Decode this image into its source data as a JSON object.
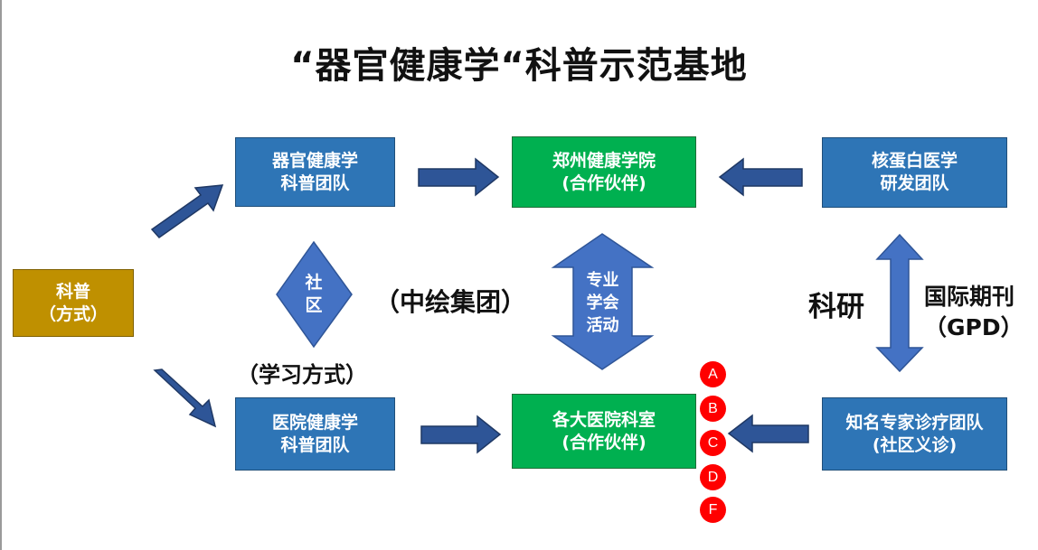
{
  "title": "“器官健康学“科普示范基地",
  "left_box": {
    "line1": "科普",
    "line2": "（方式）"
  },
  "boxes": {
    "organ_team": {
      "line1": "器官健康学",
      "line2": "科普团队"
    },
    "zhengzhou": {
      "line1": "郑州健康学院",
      "line2": "(合作伙伴)"
    },
    "nucleoprotein": {
      "line1": "核蛋白医学",
      "line2": "研发团队"
    },
    "hospital_team": {
      "line1": "医院健康学",
      "line2": "科普团队"
    },
    "hospitals": {
      "line1": "各大医院科室",
      "line2": "(合作伙伴)"
    },
    "experts": {
      "line1": "知名专家诊疗团队",
      "line2": "(社区义诊)"
    }
  },
  "diamond": {
    "line1": "社",
    "line2": "区"
  },
  "double_arrow": {
    "line1": "专业",
    "line2": "学会",
    "line3": "活动"
  },
  "labels": {
    "zhonghui": "（中绘集团）",
    "study": "（学习方式）",
    "keyan": "科研",
    "journal_line1": "国际期刊",
    "journal_line2": "（GPD）"
  },
  "dots": [
    "A",
    "B",
    "C",
    "D",
    "F"
  ],
  "colors": {
    "blue_box": "#2e75b6",
    "green_box": "#00b050",
    "gold_box": "#bf9000",
    "arrow": "#2e5597",
    "dot": "#ff0000"
  }
}
